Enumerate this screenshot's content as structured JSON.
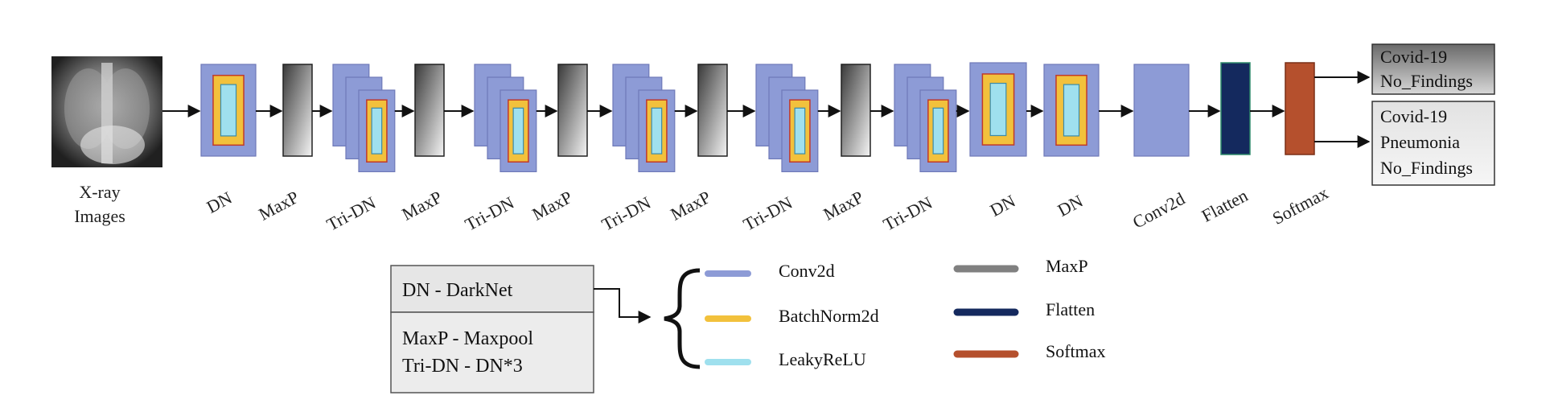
{
  "input": {
    "label_line1": "X-ray",
    "label_line2": "Images"
  },
  "pipeline": [
    {
      "label": "DN"
    },
    {
      "label": "MaxP"
    },
    {
      "label": "Tri-DN"
    },
    {
      "label": "MaxP"
    },
    {
      "label": "Tri-DN"
    },
    {
      "label": "MaxP"
    },
    {
      "label": "Tri-DN"
    },
    {
      "label": "MaxP"
    },
    {
      "label": "Tri-DN"
    },
    {
      "label": "MaxP"
    },
    {
      "label": "Tri-DN"
    },
    {
      "label": "DN"
    },
    {
      "label": "DN"
    },
    {
      "label": "Conv2d"
    },
    {
      "label": "Flatten"
    },
    {
      "label": "Softmax"
    }
  ],
  "outputs": {
    "binary": [
      "Covid-19",
      "No_Findings"
    ],
    "multiclass": [
      "Covid-19",
      "Pneumonia",
      "No_Findings"
    ]
  },
  "abbreviations": {
    "dn": "DN - DarkNet",
    "maxp": "MaxP - Maxpool",
    "tridn": "Tri-DN - DN*3"
  },
  "legend": {
    "conv2d": "Conv2d",
    "batchnorm": "BatchNorm2d",
    "leakyrelu": "LeakyReLU",
    "maxp": "MaxP",
    "flatten": "Flatten",
    "softmax": "Softmax"
  },
  "colors": {
    "conv": "#8d9bd6",
    "batchnorm": "#f2c13c",
    "leakyrelu": "#9fe0ee",
    "maxp": "#808080",
    "flatten": "#14295e",
    "softmax": "#b5502d"
  }
}
